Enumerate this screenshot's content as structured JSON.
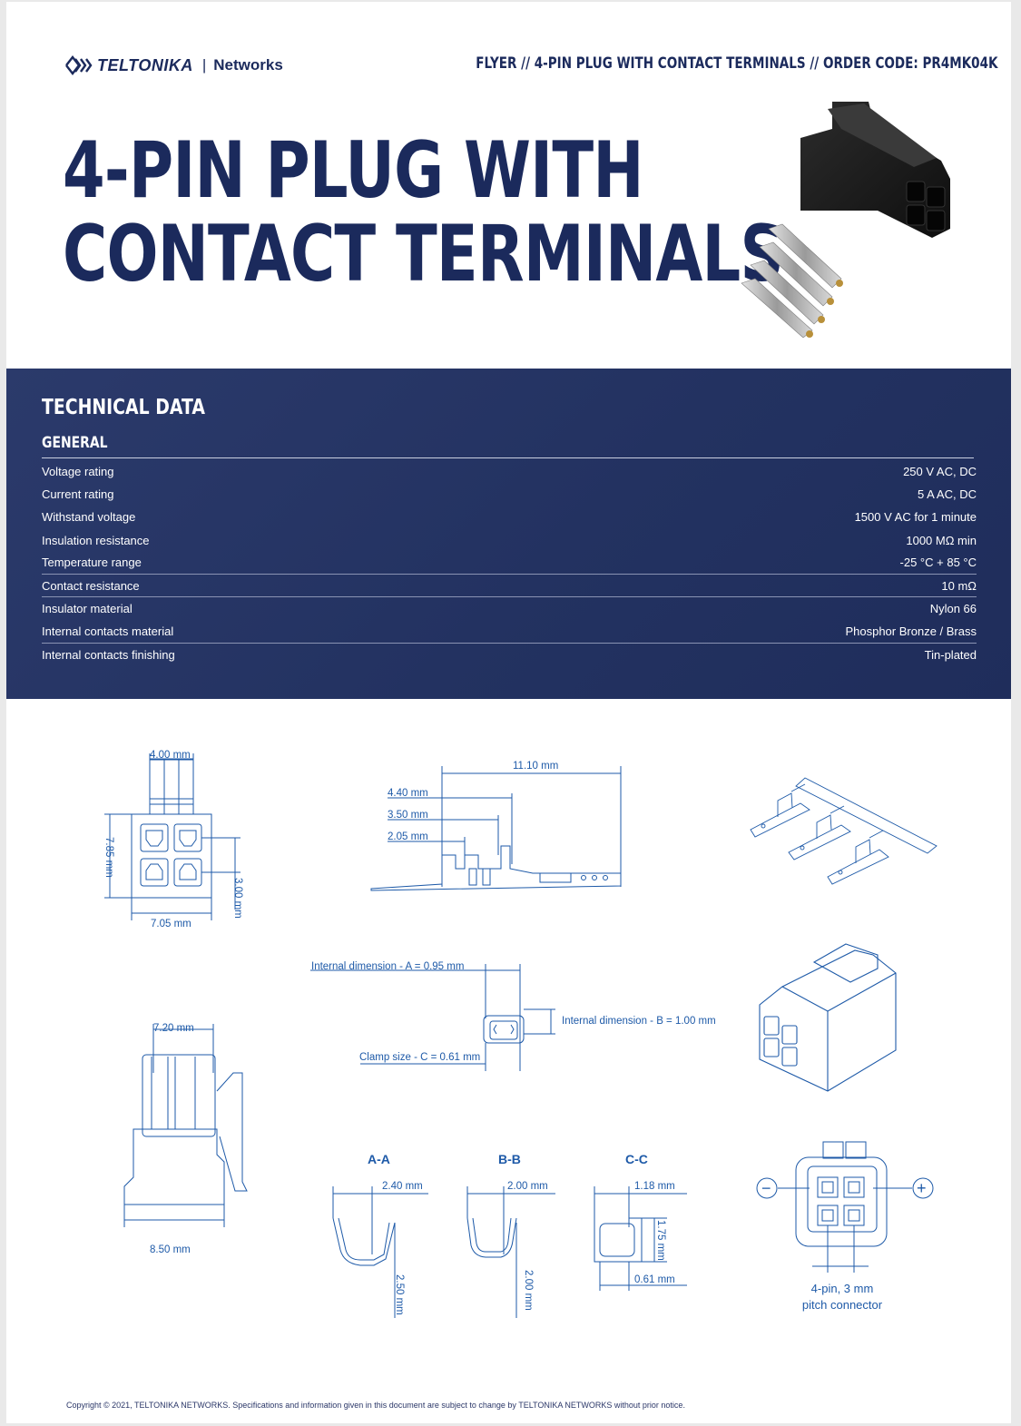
{
  "header": {
    "brand": "TELTONIKA",
    "separator": "|",
    "brand_sub": "Networks",
    "doc_line": "FLYER // 4-PIN PLUG WITH CONTACT TERMINALS // ORDER CODE: PR4MK04K"
  },
  "title": {
    "line1": "4-PIN PLUG WITH",
    "line2": "CONTACT TERMINALS"
  },
  "tech": {
    "heading": "TECHNICAL DATA",
    "section": "GENERAL",
    "rows": [
      {
        "label": "Voltage rating",
        "value": "250 V AC, DC"
      },
      {
        "label": "Current rating",
        "value": "5 A AC, DC"
      },
      {
        "label": "Withstand voltage",
        "value": "1500 V AC for 1 minute"
      },
      {
        "label": "Insulation resistance",
        "value": "1000 MΩ min"
      },
      {
        "label": "Temperature range",
        "value": "-25 °C + 85 °C"
      },
      {
        "label": "Contact resistance",
        "value": "10 mΩ"
      },
      {
        "label": "Insulator material",
        "value": "Nylon 66"
      },
      {
        "label": "Internal contacts material",
        "value": "Phosphor Bronze / Brass"
      },
      {
        "label": "Internal contacts finishing",
        "value": "Tin-plated"
      }
    ]
  },
  "drawings": {
    "front": {
      "w": "4.00 mm",
      "h": "7.85 mm",
      "pitch": "3.00 mm",
      "width": "7.05 mm"
    },
    "terminal": {
      "len": "11.10 mm",
      "d1": "4.40 mm",
      "d2": "3.50 mm",
      "d3": "2.05 mm"
    },
    "detail": {
      "a": "Internal dimension - A = 0.95 mm",
      "b": "Internal dimension - B = 1.00 mm",
      "c": "Clamp size - C = 0.61 mm"
    },
    "side": {
      "top": "7.20 mm",
      "bottom": "8.50 mm"
    },
    "sections": {
      "aa": {
        "title": "A-A",
        "w": "2.40 mm",
        "h": "2.50 mm"
      },
      "bb": {
        "title": "B-B",
        "w": "2.00 mm",
        "h": "2.00 mm"
      },
      "cc": {
        "title": "C-C",
        "w": "1.18 mm",
        "h": "1.75 mm",
        "b": "0.61 mm"
      }
    },
    "pitch_label_1": "4-pin, 3 mm",
    "pitch_label_2": "pitch connector",
    "minus": "−",
    "plus": "+"
  },
  "footer": "Copyright © 2021, TELTONIKA NETWORKS. Specifications and information given in this document are subject to change by TELTONIKA NETWORKS without prior notice."
}
